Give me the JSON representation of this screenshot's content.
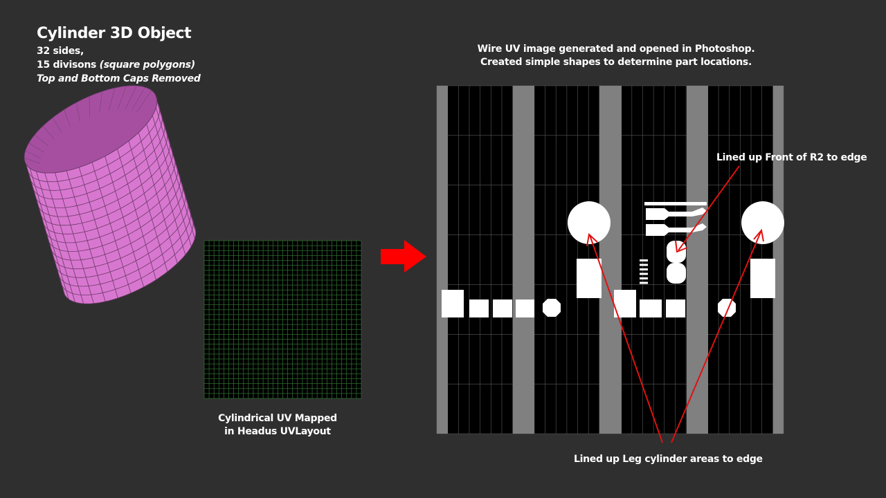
{
  "header": {
    "title": "Cylinder 3D Object",
    "spec_sides": "32 sides,",
    "spec_divisions_plain": "15 divisons ",
    "spec_divisions_italic": "(square polygons)",
    "spec_caps": "Top and Bottom Caps Removed"
  },
  "uvlayout": {
    "caption_line1": "Cylindrical UV Mapped",
    "caption_line2": "in Headus UVLayout"
  },
  "photoshop": {
    "caption_line1": "Wire UV image generated and opened in Photoshop.",
    "caption_line2": "Created simple shapes to determine part locations."
  },
  "annotations": {
    "front_label": "Lined up Front of R2 to edge",
    "leg_label": "Lined up Leg cylinder areas to edge"
  },
  "colors": {
    "background": "#2f2f2f",
    "cylinder": "#d877d0",
    "cylinder_dark": "#a64fa0",
    "uv_grid": "#2e6b2e",
    "arrow": "#ff0000",
    "annotation_line": "#e01010",
    "band": "#808080",
    "shape": "#ffffff"
  }
}
